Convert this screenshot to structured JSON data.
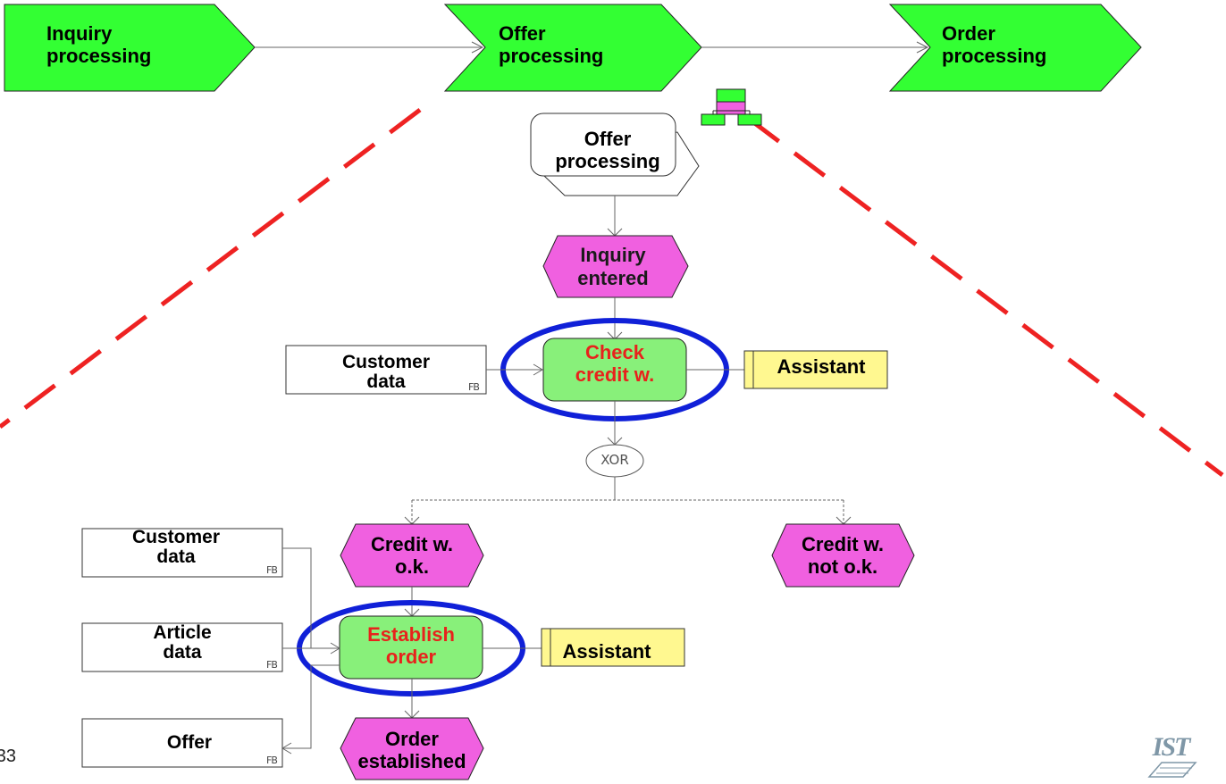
{
  "colors": {
    "value_chain_green": "#33ff33",
    "event_magenta": "#f060e0",
    "function_green": "#88f07a",
    "role_yellow": "#fff890",
    "highlight_text_red": "#e8221c",
    "ellipse_blue": "#1020d8",
    "dash_red": "#ee2222"
  },
  "value_chain": {
    "inquiry": "Inquiry\n processing",
    "offer": "Offer\n processing",
    "order": "Order\n processing"
  },
  "process_interface": {
    "label": "Offer\nprocessing"
  },
  "events": {
    "inquiry_entered": "Inquiry\nentered",
    "credit_ok": "Credit w.\no.k.",
    "credit_not_ok": "Credit w.\nnot o.k.",
    "order_established": "Order\nestablished"
  },
  "functions": {
    "check_credit": "Check\ncredit w.",
    "establish_order": "Establish\norder"
  },
  "roles": {
    "assistant_1": "Assistant",
    "assistant_2": "Assistant"
  },
  "data_objects": {
    "customer_data_1": "Customer\ndata",
    "customer_data_2": "Customer\ndata",
    "article_data": "Article\ndata",
    "offer": "Offer",
    "fb_tag": "FB"
  },
  "connector": {
    "xor_label": "XOR"
  },
  "footer": {
    "page_number": "33",
    "logo_text": "IST"
  },
  "icons": {
    "hierarchy_icon": "assignment-hierarchy-icon"
  }
}
